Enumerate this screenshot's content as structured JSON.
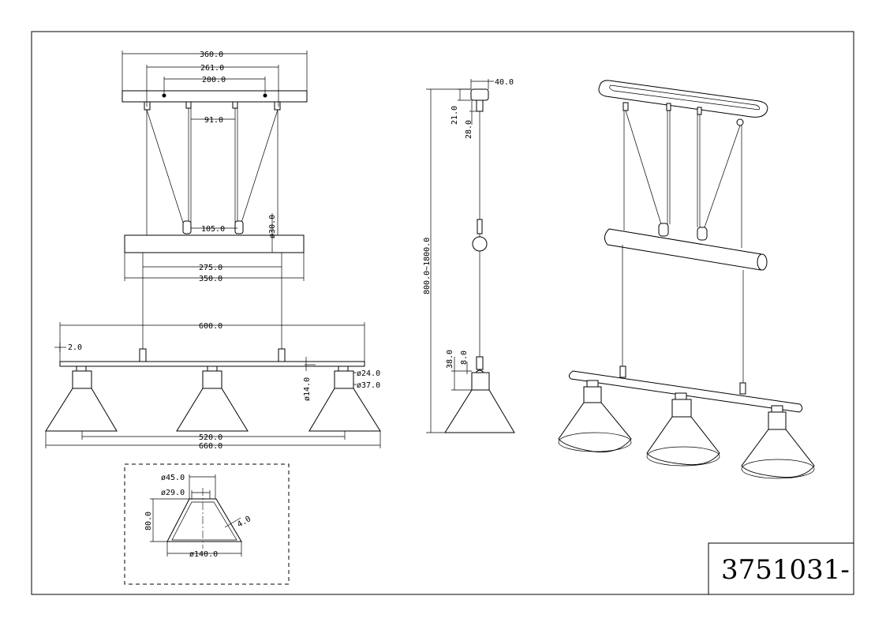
{
  "model_code": "3751031-",
  "front_view": {
    "canopy_width": "360.0",
    "canopy_screw_spacing": "261.0",
    "canopy_wire_spacing": "200.0",
    "wire_offset": "91.0",
    "bar_pulley_spacing": "105.0",
    "bar_diameter": "ø30.0",
    "bar_mount_spacing": "275.0",
    "bar_length": "350.0",
    "arm_length": "600.0",
    "arm_thickness": "2.0",
    "lamp_outer_spacing": "520.0",
    "total_width": "660.0",
    "socket_diameter": "ø24.0",
    "cup_diameter": "ø37.0",
    "arm_diameter": "ø14.0"
  },
  "side_view": {
    "canopy_depth": "40.0",
    "canopy_height": "21.0",
    "hook_height": "28.0",
    "height_range": "800.0~1800.0",
    "socket_height": "38.0",
    "socket_neck": "8.0"
  },
  "shade_detail": {
    "top_diameter": "ø45.0",
    "inner_diameter": "ø29.0",
    "height": "80.0",
    "wall_thickness": "4.0",
    "bottom_diameter": "ø140.0"
  }
}
